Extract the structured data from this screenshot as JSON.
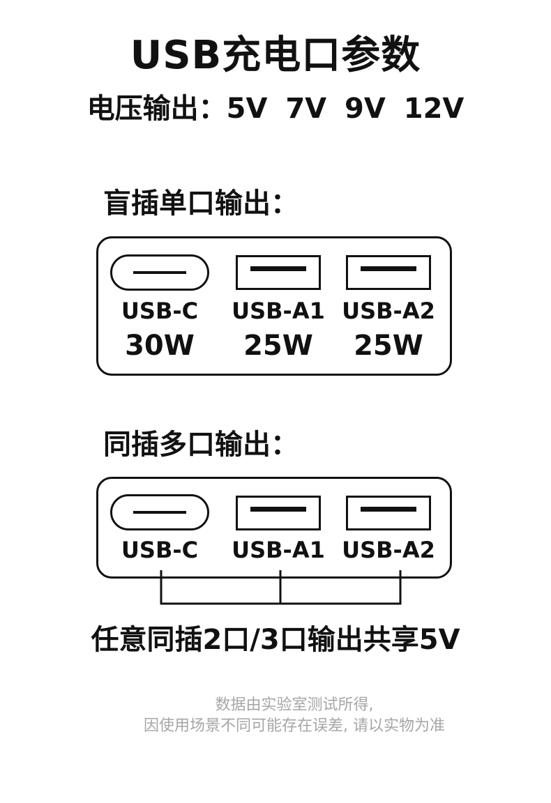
{
  "title": "USB充电口参数",
  "voltage": {
    "label": "电压输出：",
    "values": "5V 7V 9V 12V"
  },
  "single": {
    "title": "盲插单口输出：",
    "ports": [
      {
        "name": "USB-C",
        "watt": "30W",
        "kind": "usb-c-port-icon"
      },
      {
        "name": "USB-A1",
        "watt": "25W",
        "kind": "usb-a-port-icon"
      },
      {
        "name": "USB-A2",
        "watt": "25W",
        "kind": "usb-a-port-icon"
      }
    ]
  },
  "multi": {
    "title": "同插多口输出：",
    "ports": [
      {
        "name": "USB-C",
        "kind": "usb-c-port-icon"
      },
      {
        "name": "USB-A1",
        "kind": "usb-a-port-icon"
      },
      {
        "name": "USB-A2",
        "kind": "usb-a-port-icon"
      }
    ],
    "note": "任意同插2口/3口输出共享5V"
  },
  "disclaimer": {
    "line1": "数据由实验室测试所得,",
    "line2": "因使用场景不同可能存在误差, 请以实物为准"
  }
}
